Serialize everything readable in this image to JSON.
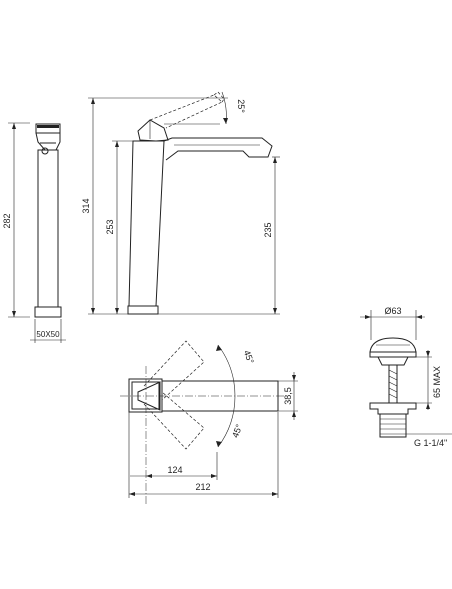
{
  "dimensions": {
    "side_height": "282",
    "side_base": "50X50",
    "front_total_height": "314",
    "front_body_height": "253",
    "spout_height": "235",
    "lever_angle_top": "25°",
    "top_depth": "38,5",
    "top_spout_length": "124",
    "top_total_length": "212",
    "rotation_angle_upper": "45°",
    "rotation_angle_lower": "45°",
    "drain_diameter": "Ø63",
    "drain_max_height": "65 MAX",
    "drain_thread": "G 1-1/4\""
  }
}
